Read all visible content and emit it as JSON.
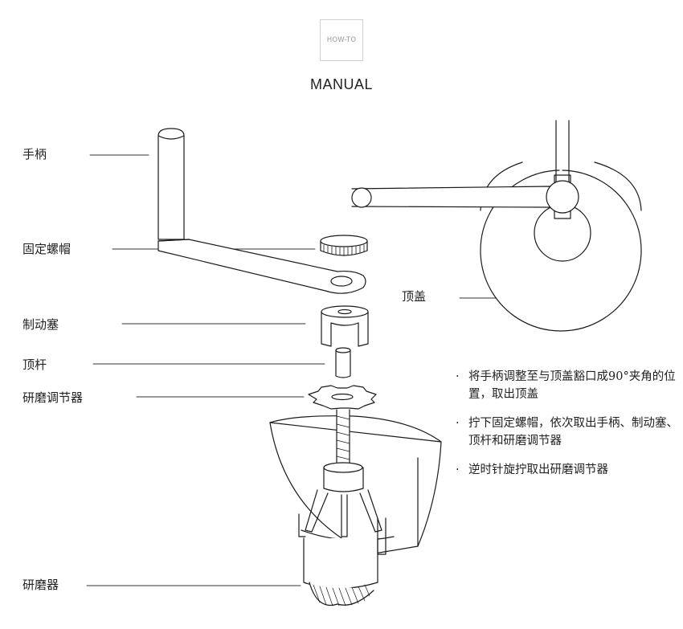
{
  "badge": "HOW-TO",
  "title": "MANUAL",
  "parts": {
    "handle": "手柄",
    "cap_nut": "固定螺帽",
    "brake_plug": "制动塞",
    "top_rod": "顶杆",
    "grind_adjuster": "研磨调节器",
    "top_cover": "顶盖",
    "grinder": "研磨器"
  },
  "steps": [
    {
      "bullet": "·",
      "text": "将手柄调整至与顶盖豁口成90°夹角的位置，取出顶盖"
    },
    {
      "bullet": "·",
      "text": "拧下固定螺帽，依次取出手柄、制动塞、顶杆和研磨调节器"
    },
    {
      "bullet": "·",
      "text": "逆时针旋拧取出研磨调节器"
    }
  ]
}
